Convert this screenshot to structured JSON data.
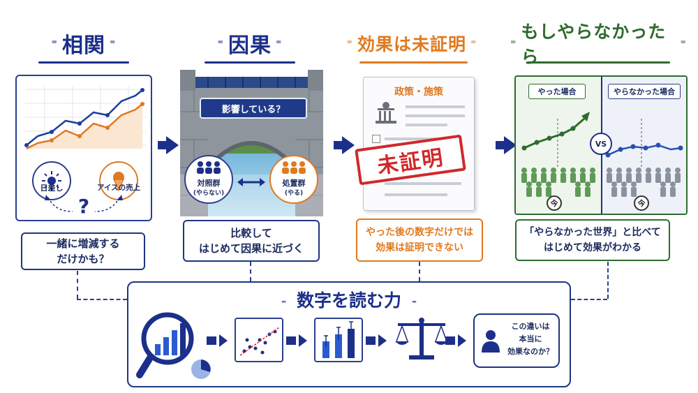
{
  "headings": {
    "correlation": "相関",
    "causation": "因果",
    "unproven": "効果は未証明",
    "counterfactual": "もしやらなかったら"
  },
  "correlation": {
    "sun_label": "日差し",
    "icecream_label": "アイスの売上",
    "question_mark": "?",
    "caption_line1": "一緒に増減する",
    "caption_line2": "だけかも？"
  },
  "causation": {
    "bridge_sign": "影響している？",
    "control_label": "対照群",
    "control_sub": "(やらない)",
    "treat_label": "処置群",
    "treat_sub": "(やる)",
    "caption_line1": "比較して",
    "caption_line2": "はじめて因果に近づく"
  },
  "unproven": {
    "doc_title": "政策・施策",
    "stamp": "未証明",
    "caption_line1": "やった後の数字だけでは",
    "caption_line2": "効果は証明できない"
  },
  "counterfactual": {
    "left_label": "やった場合",
    "right_label": "やらなかった場合",
    "vs": "VS",
    "now_left": "今",
    "now_right": "今",
    "caption_line1": "「やらなかった世界」と比べて",
    "caption_line2": "はじめて効果がわかる"
  },
  "bottom": {
    "title": "数字を読む力",
    "final_line1": "この違いは",
    "final_line2": "本当に",
    "final_line3": "効果なのか？"
  },
  "colors": {
    "navy": "#1c2f8a",
    "orange": "#e07a1f",
    "green": "#2e6b2e",
    "red": "#d0282a"
  }
}
